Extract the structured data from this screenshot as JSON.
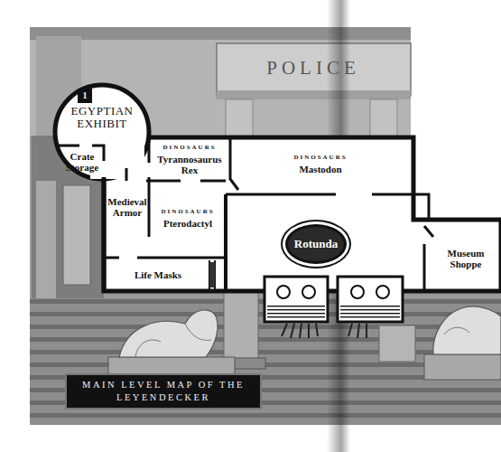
{
  "diagram": {
    "title": "MAIN LEVEL MAP OF THE LEYENDECKER",
    "nodes": [
      {
        "text": [
          "EGYPTIAN EXHIBIT"
        ]
      },
      {
        "text": [
          "Crate Storage"
        ],
        "in": 0
      },
      {
        "text": [
          "DINOSAURS",
          "Tyrannosaurus Rex"
        ]
      },
      {
        "text": [
          "DINOSAURS",
          "Mastodon"
        ]
      },
      {
        "text": [
          "Medieval Armor"
        ]
      },
      {
        "text": [
          "DINOSAURS",
          "Pterodactyl"
        ]
      },
      {
        "text": [
          "Rotunda"
        ]
      },
      {
        "text": [
          "Museum Shoppe"
        ]
      },
      {
        "text": [
          "Life Masks"
        ]
      }
    ],
    "edges": [],
    "labels": [
      "1",
      "POLICE"
    ]
  }
}
